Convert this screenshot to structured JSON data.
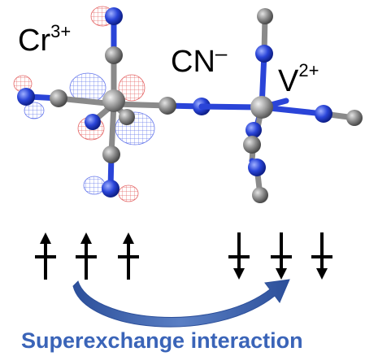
{
  "labels": {
    "cr": {
      "base": "Cr",
      "sup": "3+"
    },
    "cn": {
      "base": "CN",
      "sup": "–"
    },
    "v": {
      "base": "V",
      "sup": "2+"
    }
  },
  "caption": "Superexchange interaction",
  "spins": {
    "cr": [
      "up",
      "up",
      "up"
    ],
    "v": [
      "down",
      "down",
      "down"
    ]
  },
  "colors": {
    "carbon": "#8a8a8a",
    "nitrogen": "#2540d6",
    "bond_gray": "#8a8a8a",
    "bond_blue": "#2a44d8",
    "orbital_blue": "#4a5fe8",
    "orbital_red": "#e04a4a",
    "arrow": "#3d5fa6",
    "caption": "#3a64b8",
    "spin": "#000000"
  },
  "icons": {
    "spin_up": "spin-up-arrow-icon",
    "spin_down": "spin-down-arrow-icon",
    "exchange": "curved-arrow-icon"
  }
}
